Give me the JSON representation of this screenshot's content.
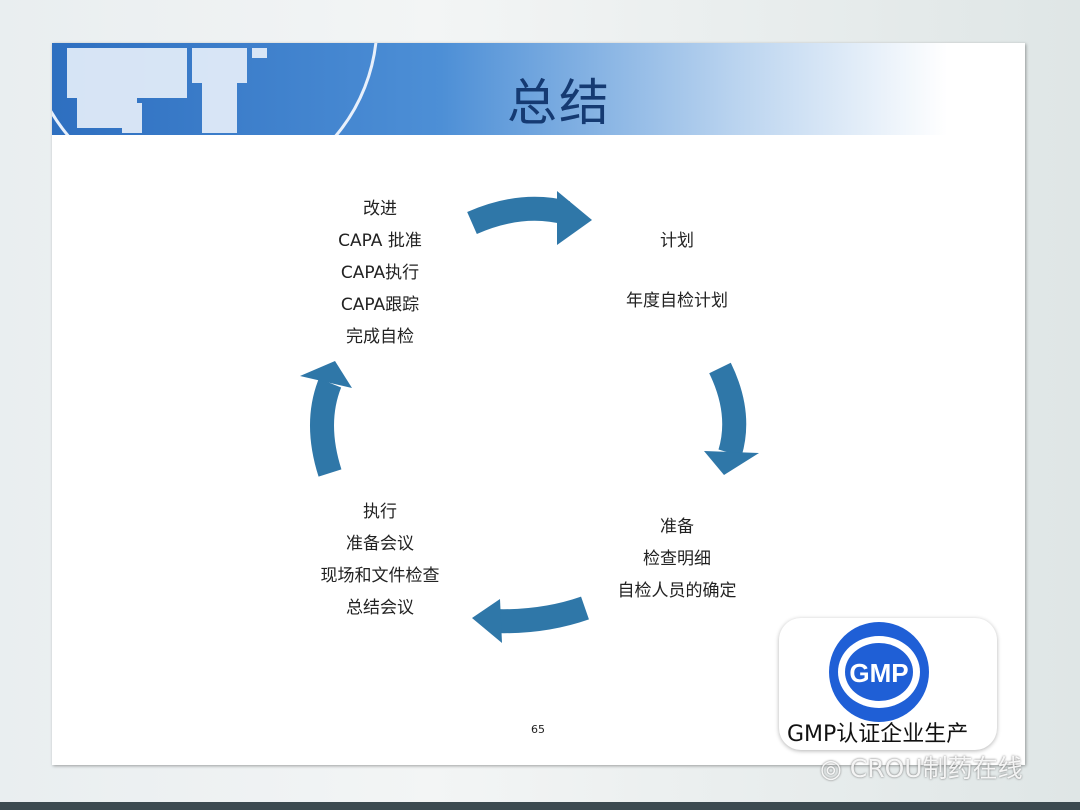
{
  "slide": {
    "title": "总结",
    "page_number": "65",
    "steps": {
      "improve": [
        "改进",
        "CAPA 批准",
        "CAPA执行",
        "CAPA跟踪",
        "完成自检"
      ],
      "plan": [
        "计划",
        "",
        "年度自检计划"
      ],
      "prepare": [
        "准备",
        "检查明细",
        "自检人员的确定"
      ],
      "execute": [
        "执行",
        "准备会议",
        "现场和文件检查",
        "总结会议"
      ]
    }
  },
  "logo": {
    "badge": "GMP",
    "caption": "GMP认证企业生产"
  },
  "watermark": "CROU制药在线",
  "colors": {
    "arrow": "#2f77a8",
    "header": "#2e6fc0",
    "title": "#153a72"
  }
}
